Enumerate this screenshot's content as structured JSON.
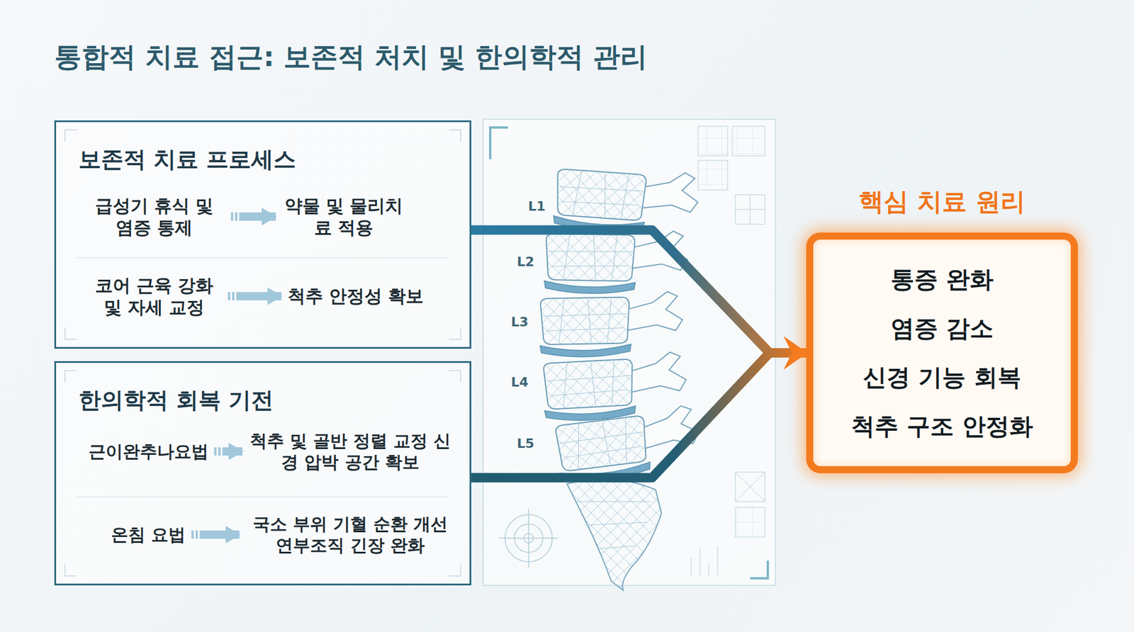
{
  "diagram": {
    "title": "통합적 치료 접근: 보존적 처치 및 한의학적 관리",
    "nodes": [
      {
        "text": [
          "보존적 치료 프로세스"
        ]
      },
      {
        "text": [
          "급성기 휴식 및 염증 통제"
        ],
        "in": 0
      },
      {
        "text": [
          "약물 및 물리치료 적용"
        ],
        "in": 0
      },
      {
        "text": [
          "코어 근육 강화 및 자세 교정"
        ],
        "in": 0
      },
      {
        "text": [
          "척추 안정성 확보"
        ],
        "in": 0
      },
      {
        "text": [
          "한의학적 회복 기전"
        ]
      },
      {
        "text": [
          "근이완추나요법"
        ],
        "in": 5
      },
      {
        "text": [
          "척추 및 골반 정렬 교정 신경 압박 공간 확보"
        ],
        "in": 5
      },
      {
        "text": [
          "온침 요법"
        ],
        "in": 5
      },
      {
        "text": [
          "국소 부위 기혈 순환 개선 연부조직 긴장 완화"
        ],
        "in": 5
      },
      {
        "text": [
          "핵심 치료 원리",
          "통증 완화",
          "염증 감소",
          "신경 기능 회복",
          "척추 구조 안정화"
        ]
      }
    ],
    "edges": [
      {
        "from": 1,
        "to": 2,
        "arrow": "to"
      },
      {
        "from": 3,
        "to": 4,
        "arrow": "to"
      },
      {
        "from": 6,
        "to": 7,
        "arrow": "to"
      },
      {
        "from": 8,
        "to": 9,
        "arrow": "to"
      },
      {
        "from": 0,
        "to": 10,
        "arrow": "to"
      },
      {
        "from": 5,
        "to": 10,
        "arrow": "to"
      }
    ],
    "labels": [
      "L1",
      "L2",
      "L3",
      "L4",
      "L5"
    ]
  }
}
